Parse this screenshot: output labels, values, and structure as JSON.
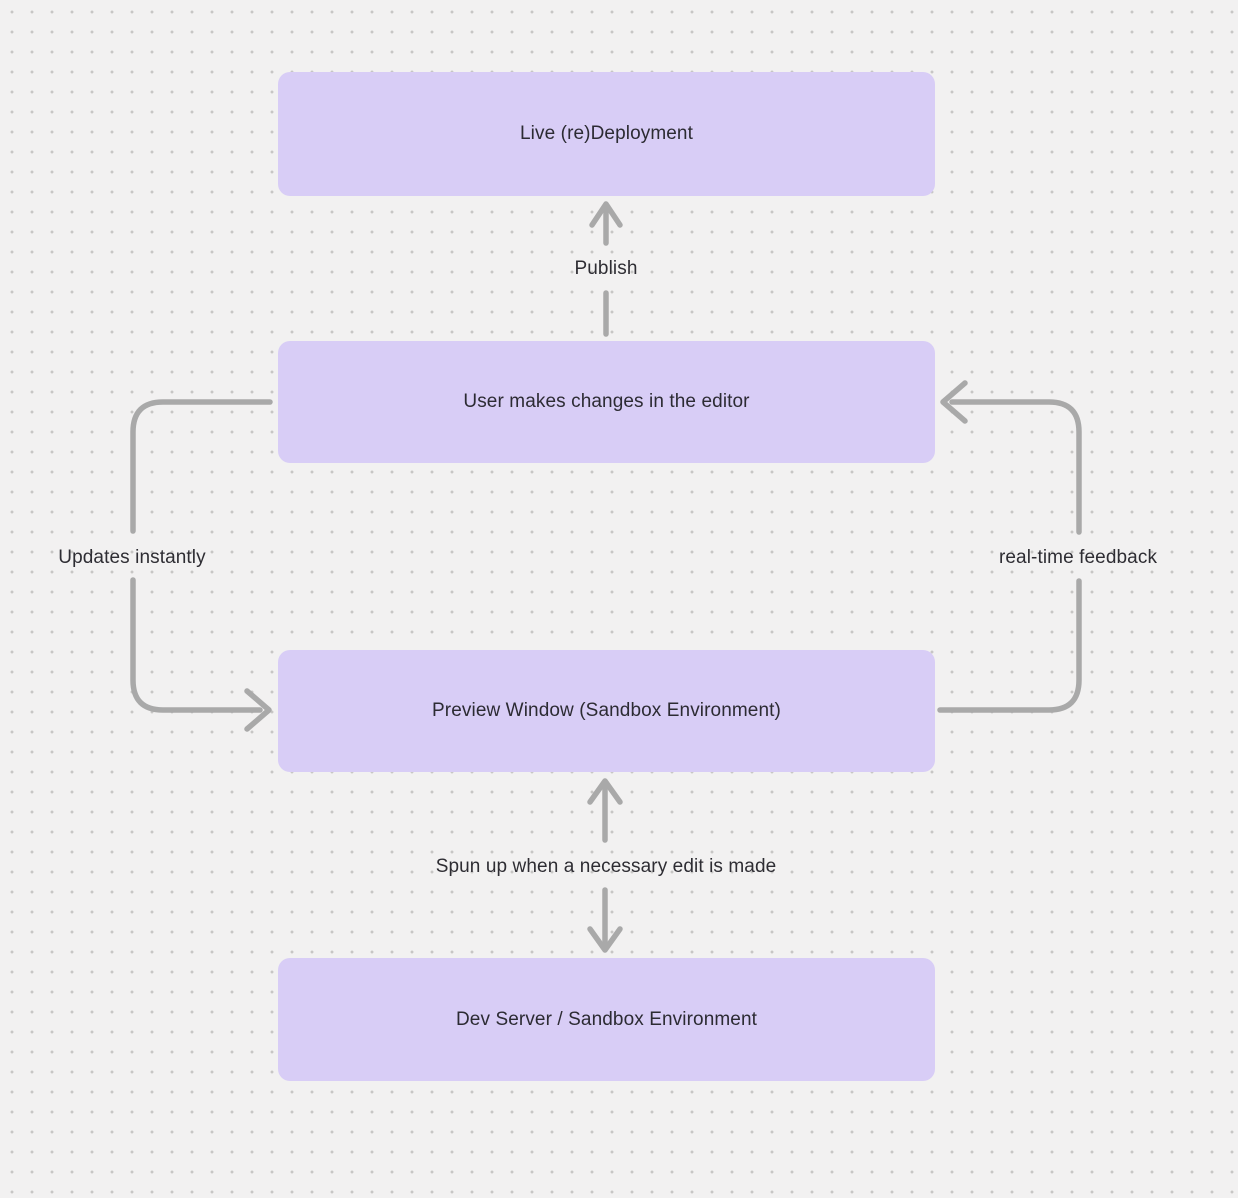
{
  "diagram": {
    "title": "Editor preview deployment flow",
    "nodes": [
      {
        "id": "live-redeployment",
        "label": "Live (re)Deployment"
      },
      {
        "id": "user-changes",
        "label": "User makes changes in the editor"
      },
      {
        "id": "preview-window",
        "label": "Preview Window (Sandbox Environment)"
      },
      {
        "id": "dev-server",
        "label": "Dev Server / Sandbox Environment"
      }
    ],
    "edges": [
      {
        "id": "publish",
        "from": "user-changes",
        "to": "live-redeployment",
        "label": "Publish",
        "direction": "up"
      },
      {
        "id": "updates-instantly",
        "from": "user-changes",
        "to": "preview-window",
        "label": "Updates instantly",
        "direction": "left-side-down"
      },
      {
        "id": "realtime-feedback",
        "from": "preview-window",
        "to": "user-changes",
        "label": "real-time feedback",
        "direction": "right-side-up"
      },
      {
        "id": "sandbox-spinup",
        "from": "dev-server",
        "to": "preview-window",
        "label": "Spun up when a necessary edit is made",
        "direction": "bidirectional"
      }
    ],
    "edge_labels": {
      "publish": "Publish",
      "updates_instantly": "Updates instantly",
      "realtime_feedback": "real-time feedback",
      "spun_up": "Spun up when a necessary edit is made"
    },
    "colors": {
      "background": "#f2f1f1",
      "dot": "#c7c6c5",
      "node_fill": "#d8cdf6",
      "node_text": "#2c2b33",
      "arrow": "#a9a9a9",
      "label_text": "#2e2d33"
    }
  }
}
